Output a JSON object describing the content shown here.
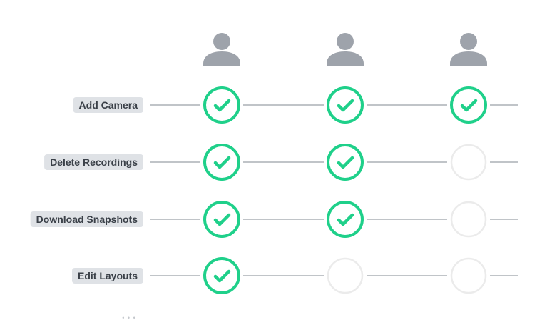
{
  "users": [
    {
      "icon": "user-icon"
    },
    {
      "icon": "user-icon"
    },
    {
      "icon": "user-icon"
    }
  ],
  "permissions": [
    {
      "label": "Add Camera",
      "granted": [
        true,
        true,
        true
      ]
    },
    {
      "label": "Delete Recordings",
      "granted": [
        true,
        true,
        false
      ]
    },
    {
      "label": "Download Snapshots",
      "granted": [
        true,
        true,
        false
      ]
    },
    {
      "label": "Edit Layouts",
      "granted": [
        true,
        false,
        false
      ]
    }
  ],
  "more_indicator": "• • •",
  "colors": {
    "granted": "#1fd08a",
    "empty_ring": "#ebebeb",
    "line": "#9aa0a8",
    "label_bg": "#dfe2e6",
    "label_text": "#3a4048",
    "user_icon": "#9ea3ab",
    "more": "#c3c7cc"
  },
  "icons": {
    "granted": "checkmark-icon",
    "user": "user-icon"
  }
}
